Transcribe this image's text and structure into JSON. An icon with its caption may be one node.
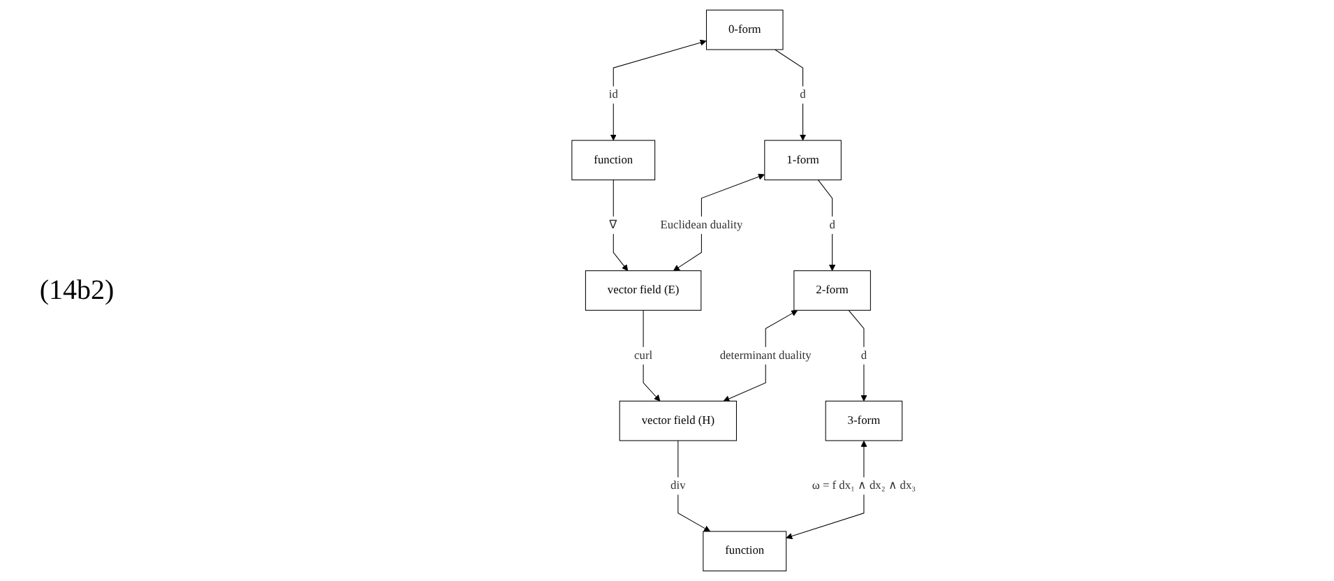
{
  "diagram": {
    "nodes": [
      {
        "text": [
          "0-form"
        ]
      },
      {
        "text": [
          "function"
        ]
      },
      {
        "text": [
          "1-form"
        ]
      },
      {
        "text": [
          "vector field (E)"
        ]
      },
      {
        "text": [
          "2-form"
        ]
      },
      {
        "text": [
          "vector field (H)"
        ]
      },
      {
        "text": [
          "3-form"
        ]
      },
      {
        "text": [
          "function"
        ]
      }
    ],
    "edges": [
      {
        "from": 0,
        "to": 1,
        "arrow": "both",
        "label": "id"
      },
      {
        "from": 0,
        "to": 2,
        "arrow": "to",
        "label": "d"
      },
      {
        "from": 1,
        "to": 3,
        "arrow": "to",
        "label": "∇"
      },
      {
        "from": 2,
        "to": 3,
        "arrow": "both",
        "label": "Euclidean duality"
      },
      {
        "from": 2,
        "to": 4,
        "arrow": "to",
        "label": "d"
      },
      {
        "from": 3,
        "to": 5,
        "arrow": "to",
        "label": "curl"
      },
      {
        "from": 4,
        "to": 5,
        "arrow": "both",
        "label": "determinant duality"
      },
      {
        "from": 4,
        "to": 6,
        "arrow": "to",
        "label": "d"
      },
      {
        "from": 5,
        "to": 7,
        "arrow": "to",
        "label": "div"
      },
      {
        "from": 6,
        "to": 7,
        "arrow": "both",
        "label": "ω = f dx₁ ∧ dx₂ ∧ dx₃"
      }
    ],
    "labels": [
      "(14b2)"
    ]
  }
}
